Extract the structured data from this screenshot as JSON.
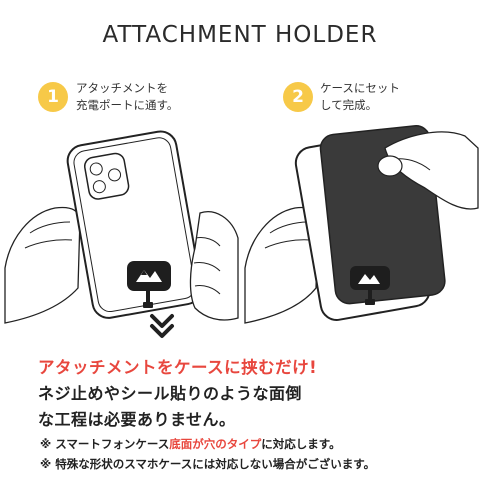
{
  "title": "ATTACHMENT HOLDER",
  "steps": [
    {
      "number": "1",
      "line1": "アタッチメントを",
      "line2": "充電ポートに通す。"
    },
    {
      "number": "2",
      "line1": "ケースにセット",
      "line2": "して完成。"
    }
  ],
  "headline": "アタッチメントをケースに挟むだけ!",
  "body": {
    "line1": "ネジ止めやシール貼りのような面倒",
    "line2": "な工程は必要ありません。"
  },
  "notes": [
    {
      "mark": "※",
      "pre": "スマートフォンケース",
      "highlight": "底面が穴のタイプ",
      "post": "に対応します。"
    },
    {
      "mark": "※",
      "text": "特殊な形状のスマホケースには対応しない場合がございます。"
    }
  ],
  "colors": {
    "badge": "#f7c948",
    "accent": "#e8473e",
    "text": "#222222"
  },
  "icons": [
    "chevron-down-icon",
    "mountain-logo-icon"
  ]
}
